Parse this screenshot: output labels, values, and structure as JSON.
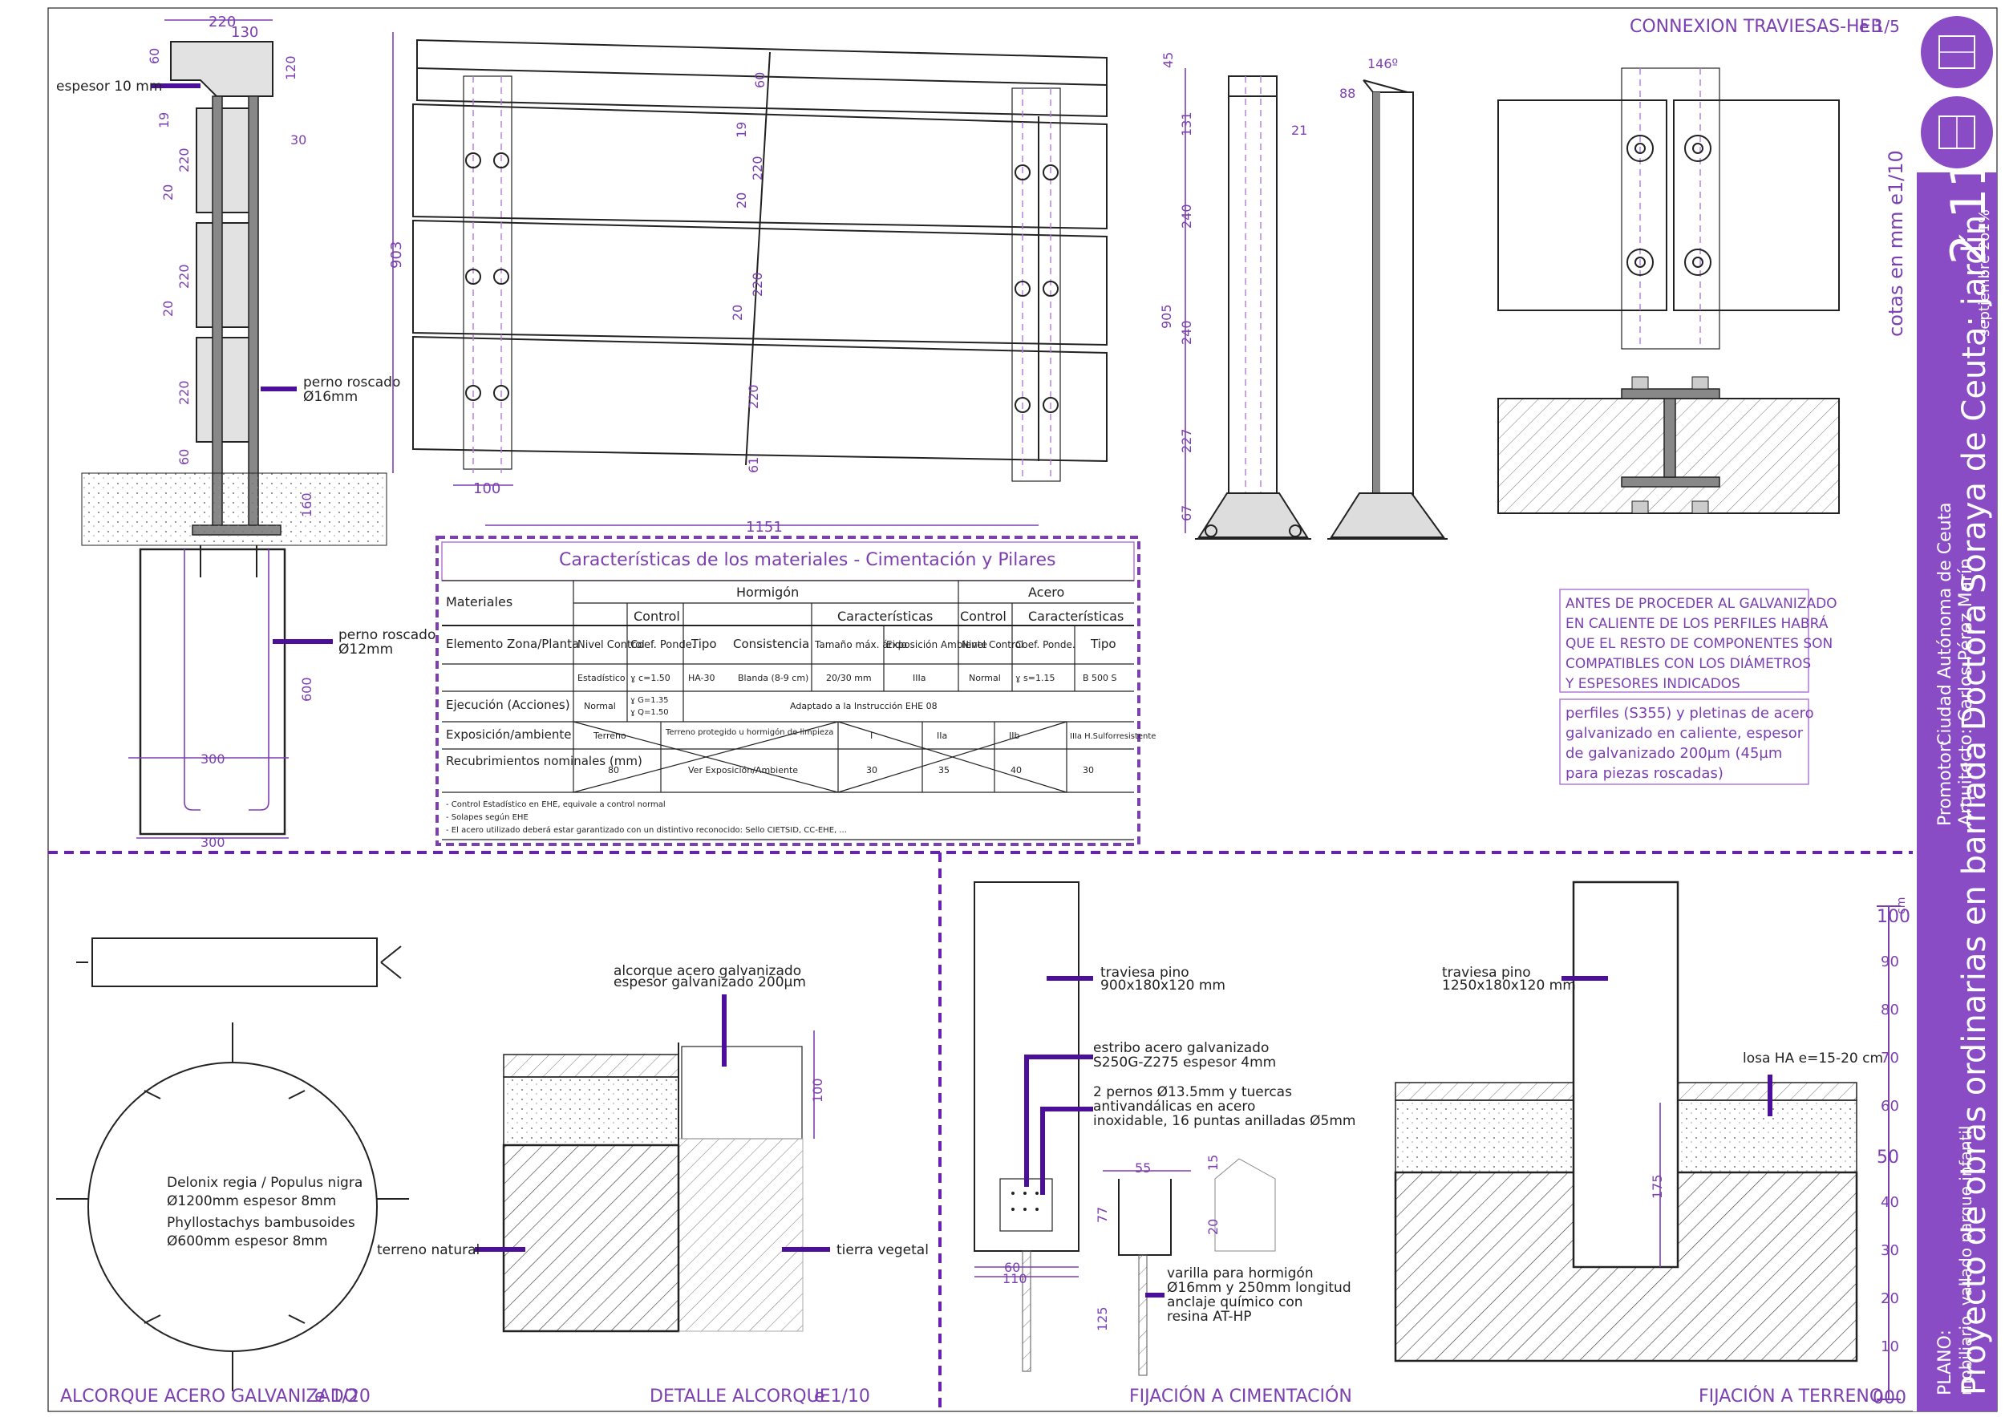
{
  "sheet": {
    "connexion_title": "CONNEXION TRAVIESAS-HEB",
    "connexion_scale": "e 1/5",
    "plate_number": "2.11",
    "project_title": "Proyecto de obras ordinarias en barriada Doctora Soraya de Ceuta: jardín",
    "promotor_label": "Promotor:",
    "promotor": "Ciudad Autónoma de Ceuta",
    "arquitecto_label": "Arquitecto:",
    "arquitecto": "Carlos Pérez Marín",
    "units_note": "cotas en mm   e1/10",
    "date": "septiembre 2o1%",
    "plano_label": "PLANO:",
    "plano_value": "mobiliario. vallado parque infantil",
    "scale_marks": [
      "100",
      "90",
      "80",
      "70",
      "60",
      "50",
      "40",
      "30",
      "20",
      "10",
      "000"
    ],
    "scale_unit": "cm"
  },
  "section_titles": {
    "alcorque": "ALCORQUE ACERO GALVANIZADO",
    "alcorque_scale": "e 1/20",
    "detalle": "DETALLE ALCORQUE",
    "detalle_scale": "e 1/10",
    "fijacion_cim": "FIJACIÓN A CIMENTACIÓN",
    "fijacion_ter": "FIJACIÓN A TERRENO"
  },
  "elevation": {
    "notes": {
      "espesor": "espesor 10 mm",
      "perno16_a": "perno roscado",
      "perno16_b": "Ø16mm",
      "perno12_a": "perno roscado",
      "perno12_b": "Ø12mm"
    },
    "dims": [
      "220",
      "130",
      "60",
      "120",
      "19",
      "30",
      "220",
      "20",
      "220",
      "20",
      "220",
      "60",
      "160",
      "600",
      "300",
      "300"
    ]
  },
  "fence": {
    "dims": [
      "903",
      "60",
      "19",
      "220",
      "20",
      "220",
      "20",
      "220",
      "61",
      "100",
      "1151"
    ]
  },
  "post": {
    "dims": [
      "45",
      "131",
      "21",
      "240",
      "905",
      "240",
      "227",
      "67",
      "146º",
      "88"
    ]
  },
  "table": {
    "title": "Características de los materiales - Cimentación y Pilares",
    "materiales": "Materiales",
    "hormigon": "Hormigón",
    "acero": "Acero",
    "control": "Control",
    "caracteristicas": "Características",
    "control2": "Control",
    "caracteristicas2": "Características",
    "elemento": "Elemento Zona/Planta",
    "cols": [
      "Nivel Control",
      "Coef. Ponde.",
      "Tipo",
      "Consistencia",
      "Tamaño máx. árido",
      "Exposición Ambiente",
      "Nivel Control",
      "Coef. Ponde.",
      "Tipo"
    ],
    "row1": [
      "Estadístico",
      "ɣ c=1.50",
      "HA-30",
      "Blanda (8-9 cm)",
      "20/30 mm",
      "IIIa",
      "Normal",
      "ɣ s=1.15",
      "B 500 S"
    ],
    "ejecucion": "Ejecución (Acciones)",
    "ejec_row": [
      "Normal",
      "ɣ G=1.35",
      "ɣ Q=1.50",
      "Adaptado a la Instrucción EHE 08"
    ],
    "exposicion": "Exposición/ambiente",
    "expo_row": [
      "Terreno",
      "Terreno protegido u hormigón de limpieza",
      "I",
      "IIa",
      "IIb",
      "IIIa H.Sulforresistente"
    ],
    "recubrimientos": "Recubrimientos nominales (mm)",
    "recu_row": [
      "80",
      "Ver Exposición/Ambiente",
      "30",
      "35",
      "40",
      "30"
    ],
    "notes": [
      "- Control Estadístico en EHE, equivale a control normal",
      "- Solapes según EHE",
      "- El acero utilizado deberá estar garantizado con un distintivo reconocido: Sello CIETSID, CC-EHE, ..."
    ]
  },
  "warning_box": {
    "lines": [
      "ANTES DE PROCEDER AL GALVANIZADO",
      "EN CALIENTE DE LOS PERFILES HABRÁ",
      "QUE EL RESTO DE COMPONENTES SON",
      "COMPATIBLES CON LOS DIÁMETROS",
      "Y ESPESORES INDICADOS"
    ]
  },
  "perfiles_box": {
    "lines": [
      "perfiles (S355) y pletinas de acero",
      "galvanizado en caliente, espesor",
      "de galvanizado 200µm (45µm",
      "para piezas roscadas)"
    ]
  },
  "alcorque": {
    "species1": "Delonix regia / Populus nigra",
    "species1_dim": "Ø1200mm espesor 8mm",
    "species2": "Phyllostachys bambusoides",
    "species2_dim": "Ø600mm espesor 8mm"
  },
  "detalle": {
    "note1": "alcorque acero galvanizado",
    "note2": "espesor galvanizado 200µm",
    "terreno": "terreno natural",
    "tierra": "tierra vegetal",
    "dim": "100"
  },
  "cimentacion": {
    "traviesa1": "traviesa pino",
    "traviesa2": "900x180x120 mm",
    "estribo1": "estribo acero galvanizado",
    "estribo2": "S250G-Z275 espesor 4mm",
    "pernos1": "2 pernos Ø13.5mm y tuercas",
    "pernos2": "antivandálicas en acero",
    "pernos3": "inoxidable, 16 puntas anilladas Ø5mm",
    "varilla1": "varilla para hormigón",
    "varilla2": "Ø16mm y 250mm longitud",
    "varilla3": "anclaje químico con",
    "varilla4": "resina AT-HP",
    "dims": [
      "55",
      "15",
      "77",
      "20",
      "125",
      "60",
      "110"
    ]
  },
  "terreno": {
    "traviesa1": "traviesa pino",
    "traviesa2": "1250x180x120 mm",
    "losa": "losa HA e=15-20 cm",
    "dim": "175"
  }
}
